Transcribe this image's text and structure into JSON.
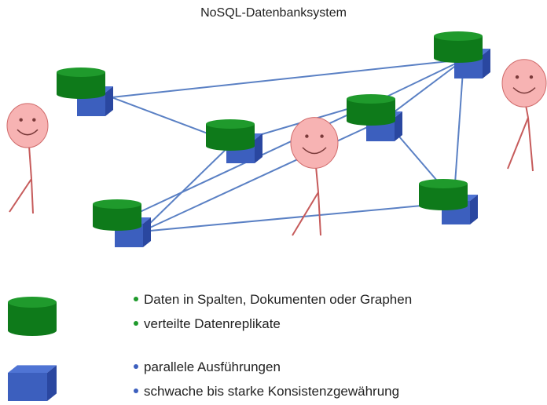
{
  "title": "NoSQL-Datenbanksystem",
  "colors": {
    "db_top": "#1f9a2c",
    "db_body": "#0e7a1a",
    "node_front": "#3c5fbe",
    "node_side": "#2a47a0",
    "node_top": "#4f74d4",
    "link": "#5a80c4",
    "face": "#f7b3b3",
    "face_stroke": "#d06a6a",
    "stick": "#c65b5b",
    "bullet_green": "#1f9a2c",
    "bullet_blue": "#3c5fbe"
  },
  "legend": {
    "db_items": [
      "Daten in Spalten, Dokumenten oder Graphen",
      "verteilte Datenreplikate"
    ],
    "node_items": [
      "parallele Ausführungen",
      "schwache bis starke Konsistenzgewährung"
    ]
  }
}
